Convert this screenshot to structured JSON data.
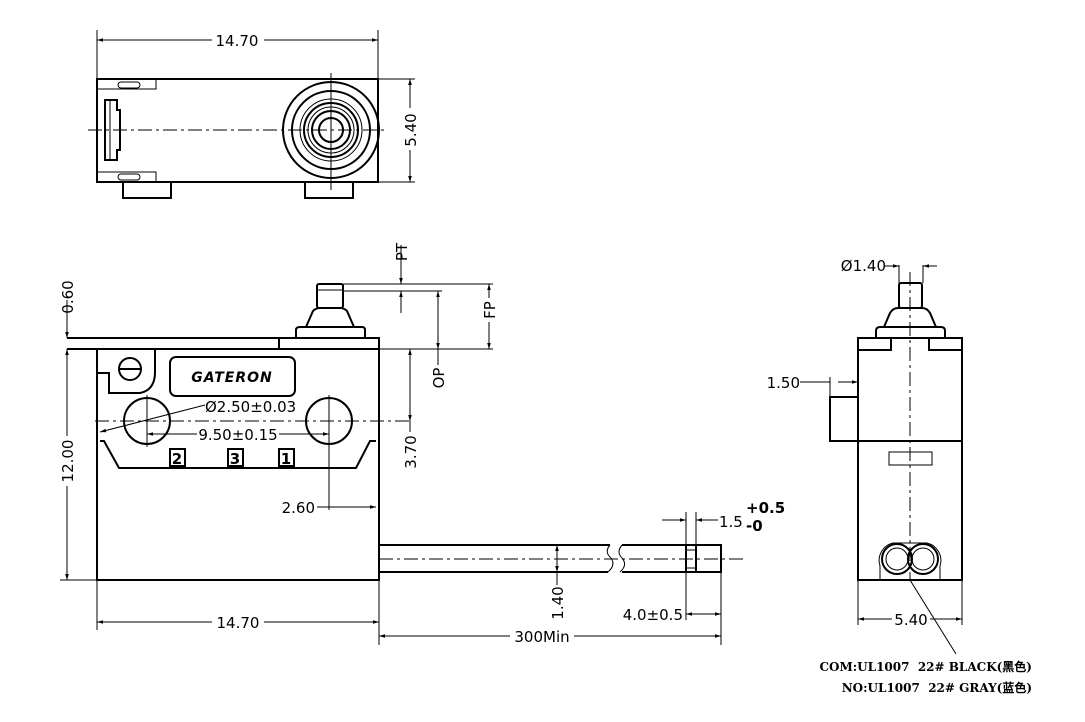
{
  "top_view": {
    "width_dim": "14.70",
    "height_dim": "5.40"
  },
  "front_view": {
    "brand": "GATERON",
    "dims": {
      "pt": "PT",
      "fp": "FP",
      "op": "OP",
      "plate": "0.60",
      "height": "12.00",
      "hole_dia": "Ø2.50±0.03",
      "hole_pitch": "9.50±0.15",
      "hole_height": "3.70",
      "hole_edge": "2.60",
      "width": "14.70"
    },
    "terminals": [
      "2",
      "3",
      "1"
    ]
  },
  "cable": {
    "dia": "1.40",
    "strip": "1.5",
    "strip_tol_plus": "+0.5",
    "strip_tol_minus": "-0",
    "tin": "4.0±0.5",
    "length": "300Min"
  },
  "side_view": {
    "plunger_dia": "Ø1.40",
    "button": "1.50",
    "width": "5.40"
  },
  "notes": [
    "COM:UL1007  22# BLACK(黑色)",
    "NO:UL1007  22# GRAY(蓝色)"
  ]
}
